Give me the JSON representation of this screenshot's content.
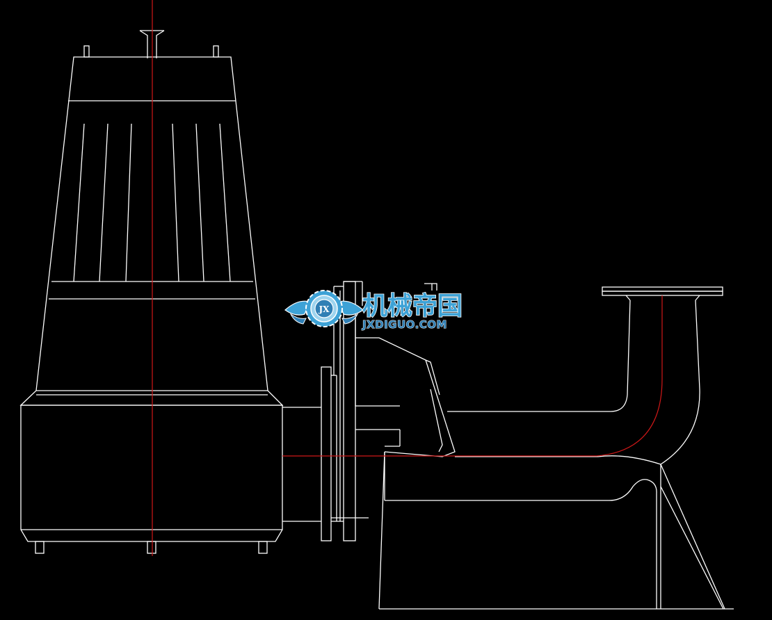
{
  "drawing": {
    "background": "#000000",
    "line_color": "#ffffff",
    "centerline_color": "#d01818"
  },
  "watermark": {
    "chinese_text": "机械帝国",
    "domain_text": "JXDIGUO.COM",
    "badge_text": "JX",
    "icon": "winged-gear-icon",
    "primary_color": "#3da2d6",
    "secondary_color": "#2f7fb5"
  }
}
